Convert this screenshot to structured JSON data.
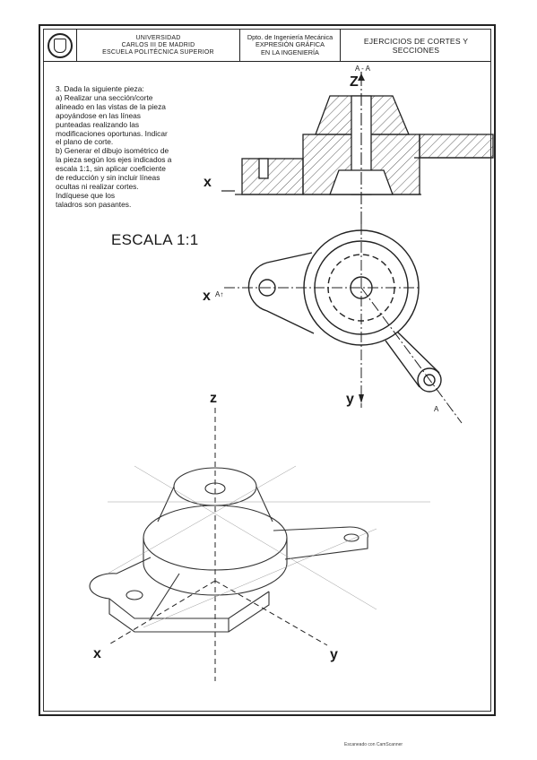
{
  "title_block": {
    "university_lines": [
      "UNIVERSIDAD",
      "CARLOS III DE MADRID",
      "ESCUELA POLITÉCNICA SUPERIOR"
    ],
    "department_lines": [
      "Dpto. de Ingeniería Mecánica",
      "EXPRESIÓN GRÁFICA",
      "EN LA INGENIERÍA"
    ],
    "exercise_title": "EJERCICIOS DE CORTES Y SECCIONES"
  },
  "statement_lines": [
    "3. Dada la siguiente pieza:",
    "a) Realizar una sección/corte",
    "alineado en las vistas de la pieza",
    "apoyándose en las líneas",
    "punteadas realizando las",
    "modificaciones oportunas. Indicar",
    "el plano de corte.",
    "b) Generar el dibujo isométrico de",
    "la pieza según los ejes indicados a",
    "escala 1:1, sin aplicar coeficiente",
    "de reducción y sin incluir líneas",
    "ocultas ni realizar cortes.",
    "Indíquese que los",
    "taladros son pasantes."
  ],
  "scale_label": "ESCALA 1:1",
  "section_label": "A - A",
  "axis_labels": {
    "front_z": "Z",
    "front_x": "x",
    "top_x": "x",
    "top_y": "y",
    "top_a_left": "A↑",
    "top_a_right": "A",
    "iso_z": "z",
    "iso_x": "x",
    "iso_y": "y"
  },
  "footer": "Escaneado con CamScanner"
}
